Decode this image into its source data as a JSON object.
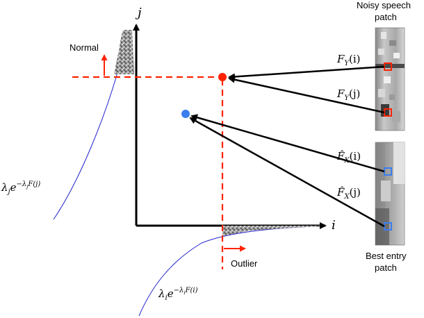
{
  "axes": {
    "x_label": "i",
    "y_label": "j"
  },
  "labels": {
    "normal": "Normal",
    "outlier": "Outlier",
    "noisy_patch_line1": "Noisy speech",
    "noisy_patch_line2": "patch",
    "best_patch_line1": "Best entry",
    "best_patch_line2": "patch"
  },
  "formulas": {
    "fy_i_main": "F",
    "fy_i_sub": "Y",
    "fy_i_arg": "(i)",
    "fy_j_main": "F",
    "fy_j_sub": "Y",
    "fy_j_arg": "(j)",
    "fx_i_main": "F̂",
    "fx_i_sub": "X",
    "fx_i_arg": "(i)",
    "fx_j_main": "F̂",
    "fx_j_sub": "X",
    "fx_j_arg": "(j)",
    "density_j_lambda": "λ",
    "density_j_sub": "j",
    "density_j_e": "e",
    "density_j_exp": "−λ",
    "density_j_exp_sub": "j",
    "density_j_exp_tail": "F(j)",
    "density_i_lambda": "λ",
    "density_i_sub": "i",
    "density_i_e": "e",
    "density_i_exp": "−λ",
    "density_i_exp_sub": "i",
    "density_i_exp_tail": "F(i)"
  },
  "colors": {
    "noisy": "#ff2200",
    "clean": "#3a7ef0",
    "curve": "#2020cc",
    "axis": "#000000"
  }
}
